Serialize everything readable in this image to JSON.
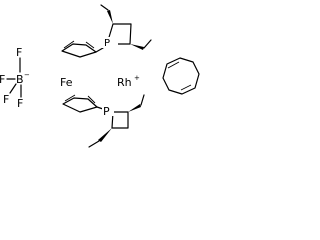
{
  "labels": {
    "boron": "B",
    "boron_charge": "−",
    "fluorine_top": "F",
    "fluorine_left": "F",
    "fluorine_bottom_left": "F",
    "fluorine_bottom": "F",
    "iron": "Fe",
    "rhodium": "Rh",
    "rhodium_charge": "+",
    "phosphorus_top": "P",
    "phosphorus_bottom": "P"
  }
}
